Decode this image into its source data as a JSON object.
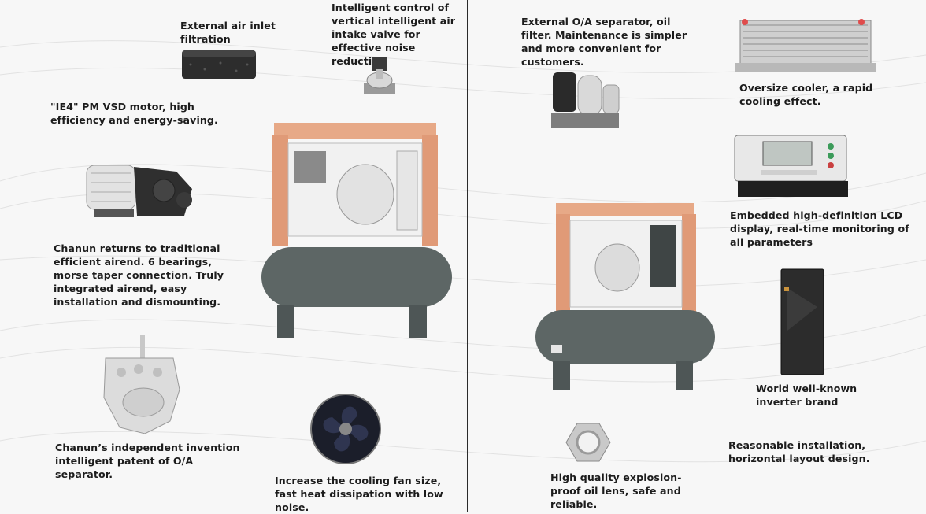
{
  "left_panel": {
    "captions": {
      "air_inlet": "External air inlet filtration",
      "intake_valve": "Intelligent control of vertical intelligent air intake valve for effective noise reduction",
      "motor": "\"IE4\" PM VSD motor, high efficiency and energy-saving.",
      "airend": "Chanun returns to traditional efficient airend. 6 bearings, morse taper connection. Truly integrated airend, easy installation and dismounting.",
      "oa_separator": "Chanun’s independent invention intelligent patent of O/A separator.",
      "cooling_fan": "Increase the cooling fan size, fast heat dissipation with low noise."
    }
  },
  "right_panel": {
    "captions": {
      "external_separator": "External O/A separator, oil filter. Maintenance is simpler and more convenient for customers.",
      "cooler": "Oversize cooler, a rapid cooling effect.",
      "lcd_display": "Embedded high-definition LCD display, real-time monitoring of all parameters",
      "inverter": "World well-known inverter brand",
      "installation": "Reasonable installation, horizontal layout design.",
      "oil_lens": "High quality explosion-proof oil lens, safe and reliable."
    }
  },
  "colors": {
    "text": "#1c1c1c",
    "background": "#f7f7f7",
    "tank": "#5d6665",
    "frame": "#e7a987",
    "divider": "#2a2a2a"
  }
}
